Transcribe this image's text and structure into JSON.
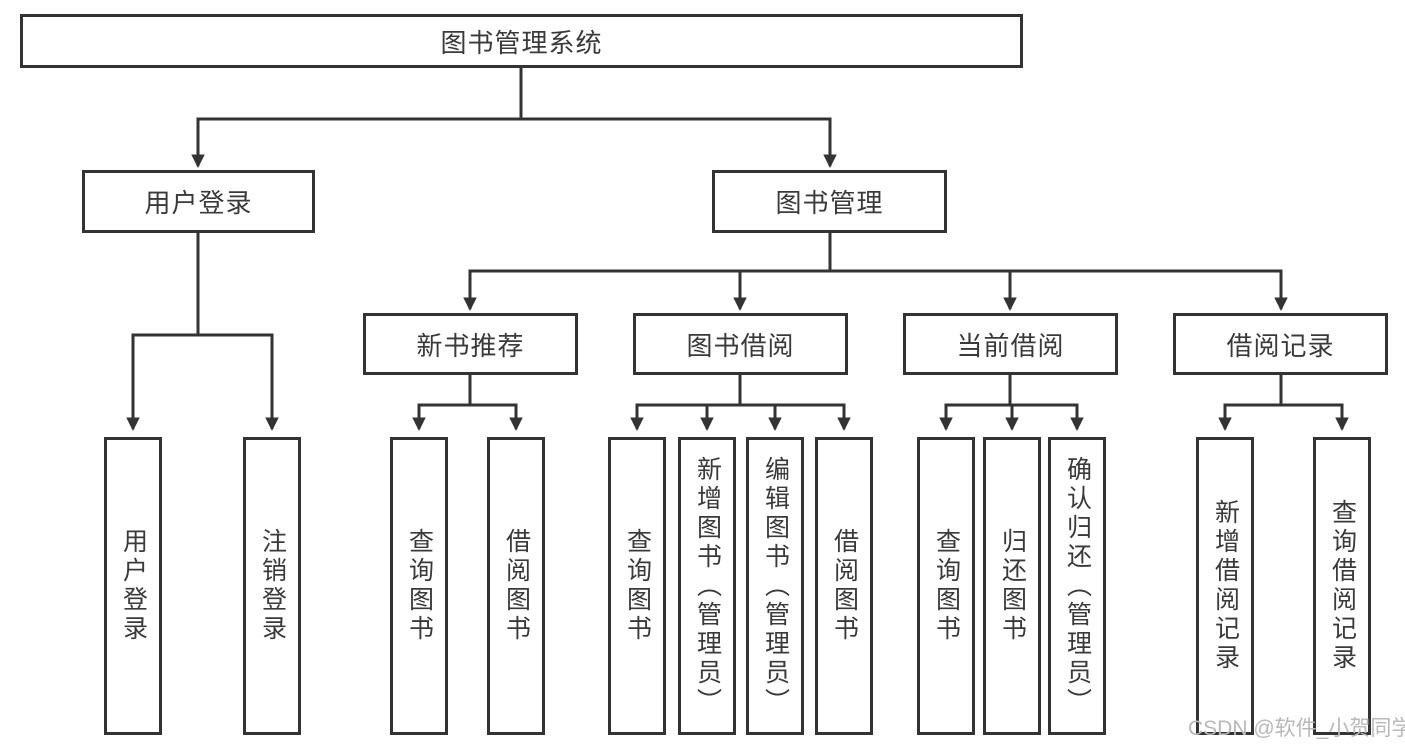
{
  "tree": {
    "root": {
      "label": "图书管理系统"
    },
    "branches": [
      {
        "label": "用户登录",
        "children": [
          {
            "label": "用户登录"
          },
          {
            "label": "注销登录"
          }
        ]
      },
      {
        "label": "图书管理",
        "children": [
          {
            "label": "新书推荐",
            "children": [
              {
                "label": "查询图书"
              },
              {
                "label": "借阅图书"
              }
            ]
          },
          {
            "label": "图书借阅",
            "children": [
              {
                "label": "查询图书"
              },
              {
                "label": "新增图书（管理员）"
              },
              {
                "label": "编辑图书（管理员）"
              },
              {
                "label": "借阅图书"
              }
            ]
          },
          {
            "label": "当前借阅",
            "children": [
              {
                "label": "查询图书"
              },
              {
                "label": "归还图书"
              },
              {
                "label": "确认归还（管理员）"
              }
            ]
          },
          {
            "label": "借阅记录",
            "children": [
              {
                "label": "新增借阅记录"
              },
              {
                "label": "查询借阅记录"
              }
            ]
          }
        ]
      }
    ]
  },
  "watermark": {
    "text": "CSDN @软件_小贺同学"
  },
  "colors": {
    "line": "#333333",
    "text": "#3a3a3a",
    "watermark": "#b8b8b8",
    "background": "#ffffff"
  }
}
